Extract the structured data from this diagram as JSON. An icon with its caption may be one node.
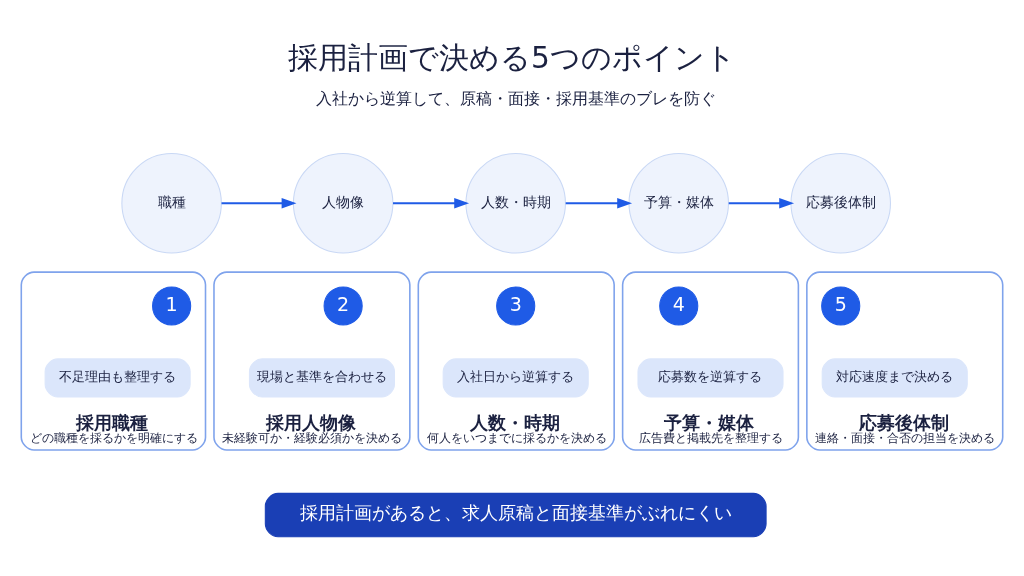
{
  "diagram": {
    "title": "採用計画で決める5つのポイント",
    "nodes": [
      {
        "text": [
          "職種"
        ]
      },
      {
        "text": [
          "人物像"
        ]
      },
      {
        "text": [
          "人数・時期"
        ]
      },
      {
        "text": [
          "予算・媒体"
        ]
      },
      {
        "text": [
          "応募後体制"
        ]
      },
      {
        "text": [
          "採用職種",
          "どの職種を採るかを明確にする"
        ]
      },
      {
        "text": [
          "1"
        ],
        "in": 5
      },
      {
        "text": [
          "不足理由も整理する"
        ],
        "in": 5
      },
      {
        "text": [
          "採用人物像",
          "未経験可か・経験必須かを決める"
        ]
      },
      {
        "text": [
          "2"
        ],
        "in": 8
      },
      {
        "text": [
          "現場と基準を合わせる"
        ],
        "in": 8
      },
      {
        "text": [
          "人数・時期",
          "何人をいつまでに採るかを決める"
        ]
      },
      {
        "text": [
          "3"
        ],
        "in": 11
      },
      {
        "text": [
          "入社日から逆算する"
        ],
        "in": 11
      },
      {
        "text": [
          "予算・媒体",
          "広告費と掲載先を整理する"
        ]
      },
      {
        "text": [
          "4"
        ],
        "in": 14
      },
      {
        "text": [
          "応募数を逆算する"
        ],
        "in": 14
      },
      {
        "text": [
          "応募後体制",
          "連絡・面接・合否の担当を決める"
        ]
      },
      {
        "text": [
          "5"
        ],
        "in": 17
      },
      {
        "text": [
          "対応速度まで決める"
        ],
        "in": 17
      },
      {
        "text": [
          "採用計画があると、求人原稿と面接基準がぶれにくい"
        ]
      }
    ],
    "edges": [
      {
        "from": 0,
        "to": 1,
        "arrow": "to"
      },
      {
        "from": 1,
        "to": 2,
        "arrow": "to"
      },
      {
        "from": 2,
        "to": 3,
        "arrow": "to"
      },
      {
        "from": 3,
        "to": 4,
        "arrow": "to"
      }
    ],
    "labels": [
      "入社から逆算して、原稿・面接・採用基準のブレを防ぐ"
    ]
  }
}
